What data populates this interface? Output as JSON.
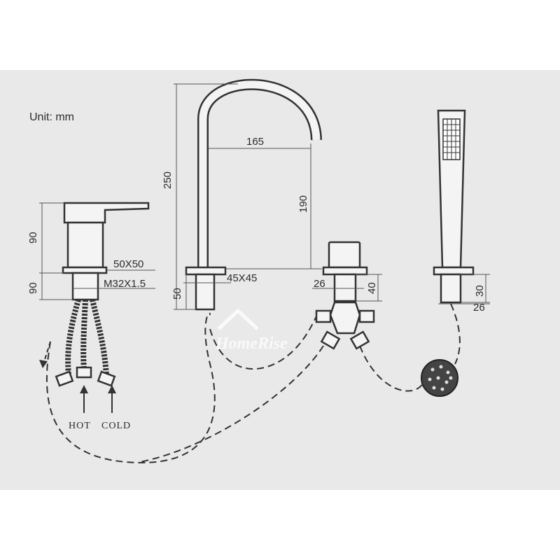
{
  "diagram": {
    "unit_label": "Unit: mm",
    "watermark": "HomeRise",
    "mixer_lever": {
      "dim_height_upper": "90",
      "dim_height_lower": "90",
      "dim_base": "50X50",
      "dim_thread": "M32X1.5",
      "label_hot": "HOT",
      "label_cold": "COLD"
    },
    "spout": {
      "dim_total_height": "250",
      "dim_reach": "165",
      "dim_outlet_height": "190",
      "dim_base": "45X45",
      "dim_shank": "50"
    },
    "diverter": {
      "dim_width": "26",
      "dim_height": "40"
    },
    "hand_shower": {
      "dim_height": "30",
      "dim_width": "26"
    },
    "colors": {
      "line": "#333333",
      "background": "#e9e9e9"
    }
  }
}
